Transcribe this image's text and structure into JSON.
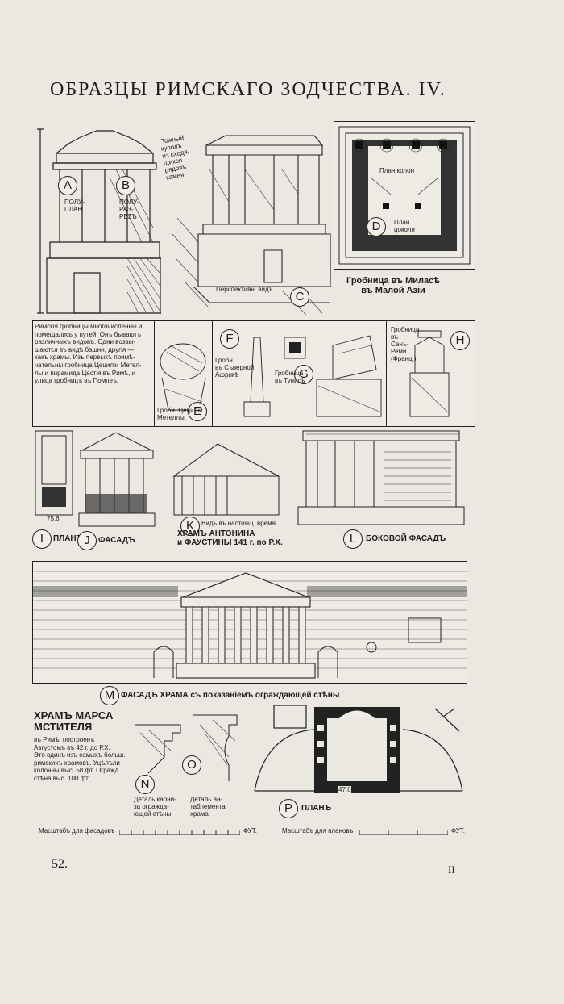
{
  "title": "ОБРАЗЦЫ РИМСКАГО ЗОДЧЕСТВА. IV.",
  "page_number_left": "52.",
  "page_number_right": "II",
  "labels": {
    "A": "A",
    "B": "B",
    "C": "C",
    "D": "D",
    "E": "E",
    "F": "F",
    "G": "G",
    "H": "H",
    "I": "I",
    "J": "J",
    "K": "K",
    "L": "L",
    "M": "M",
    "N": "N",
    "O": "O",
    "P": "P"
  },
  "captions": {
    "a_text": "ПОЛУ-\nПЛАН",
    "b_text": "ПОЛУ-\nРАЗ-\nРЕЗЪ",
    "dome_note": "Пожный\nкуполъ\nиз сходя-\nщихся\nрядовъ\nкамня",
    "perspective": "Перспективн. видъ",
    "plan_columns": "План колон",
    "plan_base": "План\nцоколя",
    "tomb_title": "Гробница въ Миласѣ\nвъ Малой Азіи",
    "roman_tombs_text": "Римскія гробницы многочисленны и\nпомещались у путей. Онъ бываютъ\nразличныхъ видовъ. Одни возвы-\nшаются въ видѣ башни, другія —\nкакъ храмы. Изъ первыхъ примѣ-\nчательны гробница Цециліи Метел-\nлы и пирамида Цестія въ Римѣ, и\nулица гробницъ въ Помпеѣ.",
    "e_caption": "Гробн. Цециліи\nМетеллы",
    "f_caption": "Гробн.\nвъ Сѣверной\nАфрикѣ",
    "g_caption": "Гробница\nвъ Тунисѣ",
    "h_caption": "Гробница\nвъ\nСанъ-\nРеми\n(Франц.)",
    "i_caption": "ПЛАНЪ",
    "j_caption": "ФАСАДЪ",
    "k_caption": "Видъ въ настоящ. время",
    "temple_title": "ХРАМЪ АНТОНИНА\nи ФАУСТИНЫ 141 г. по Р.Х.",
    "l_caption": "БОКОВОЙ ФАСАДЪ",
    "m_caption": "ФАСАДЪ ХРАМА съ показаніемъ ограждающей стѣны",
    "mars_title": "ХРАМЪ МАРСА\nМСТИТЕЛЯ",
    "mars_text": "въ Римѣ, построенъ\nАвгустомъ въ 42 г. до Р.Х.\nЭто одинъ изъ самыхъ больш.\nримскихъ храмовъ. Уцѣлѣли\nколонны выс. 58 фт. Огражд.\nстѣна выс. 100 фт.",
    "n_caption": "Деталь карни-\nза огражда-\nющей стѣны",
    "o_caption": "Деталь ан-\nтаблемента\nхрама",
    "p_caption": "ПЛАНЪ",
    "scale_facades": "Масштабъ для фасадовъ",
    "scale_plans": "Масштабъ для плановъ",
    "scale_unit": "ФУТ.",
    "dim_756": "75.6",
    "dim_476": "47.6"
  }
}
